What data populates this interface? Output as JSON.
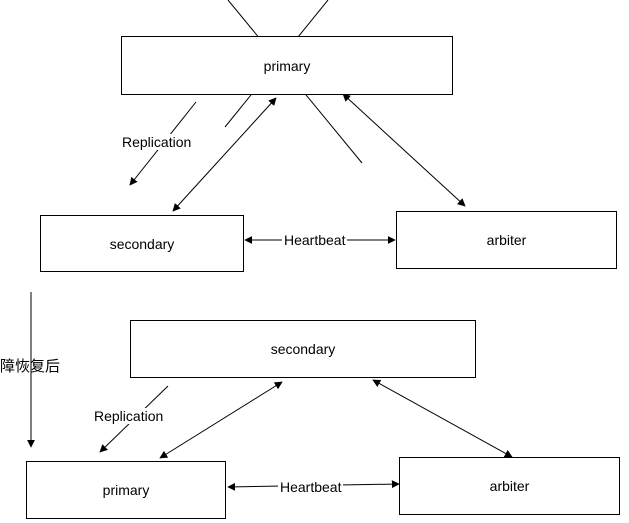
{
  "top": {
    "primary_label": "primary",
    "secondary_label": "secondary",
    "arbiter_label": "arbiter",
    "replication_label": "Replication",
    "heartbeat_label": "Heartbeat"
  },
  "transition_label": "障恢复后",
  "bottom": {
    "secondary_label": "secondary",
    "primary_label": "primary",
    "arbiter_label": "arbiter",
    "replication_label": "Replication",
    "heartbeat_label": "Heartbeat"
  },
  "colors": {
    "stroke": "#000000",
    "background": "#ffffff"
  }
}
